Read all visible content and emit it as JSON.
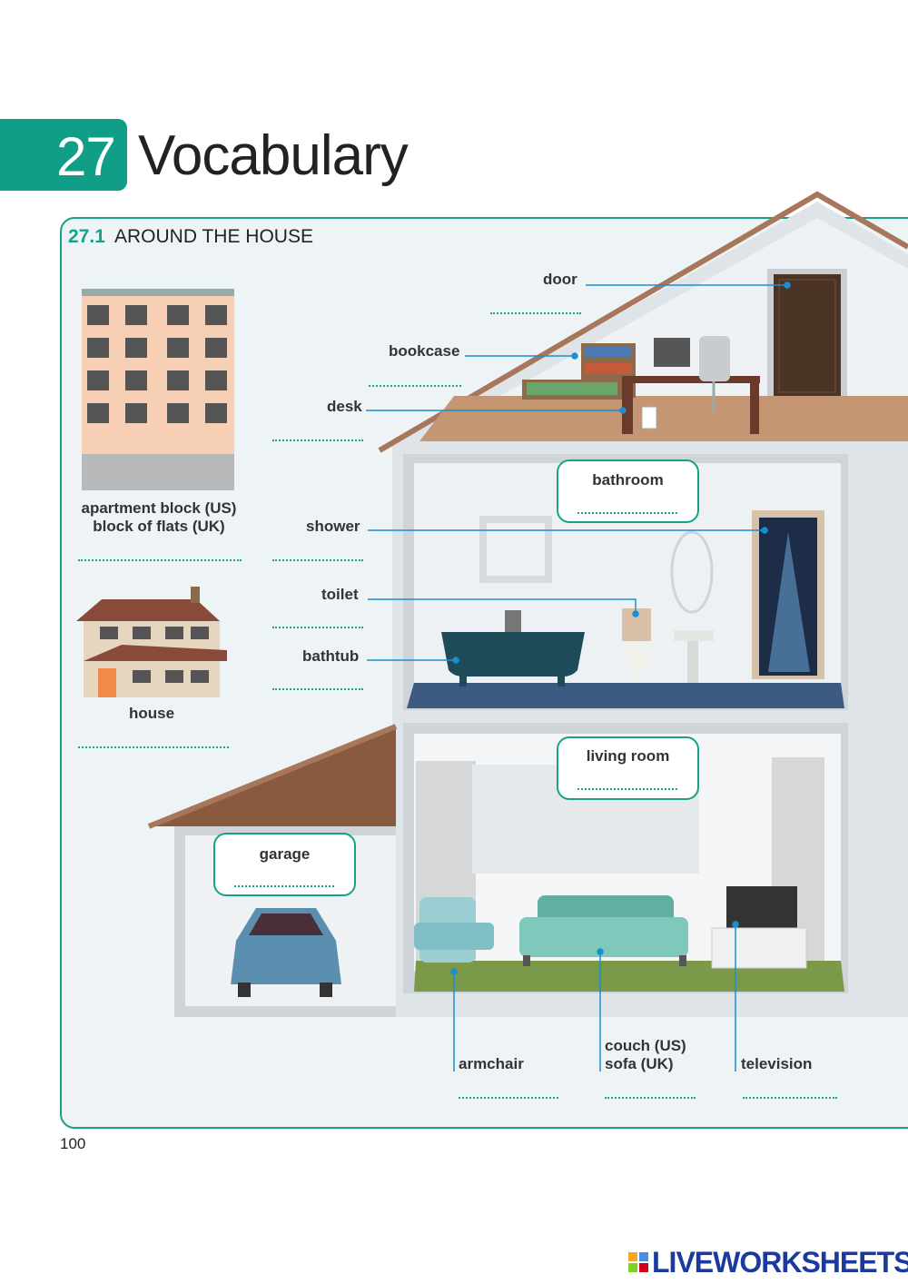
{
  "chapter": {
    "number": "27",
    "title": "Vocabulary"
  },
  "section": {
    "number": "27.1",
    "title": "AROUND THE HOUSE"
  },
  "labels": {
    "door": "door",
    "bookcase": "bookcase",
    "desk": "desk",
    "apartment_line1": "apartment block (US)",
    "apartment_line2": "block of flats (UK)",
    "shower": "shower",
    "toilet": "toilet",
    "bathtub": "bathtub",
    "house": "house",
    "bathroom": "bathroom",
    "living_room": "living room",
    "garage": "garage",
    "armchair": "armchair",
    "couch_line1": "couch (US)",
    "couch_line2": "sofa (UK)",
    "television": "television"
  },
  "page_number": "100",
  "footer": {
    "brand": "LIVEWORKSHEETS"
  },
  "colors": {
    "accent": "#17a288",
    "roof": "#a8765a",
    "bath_floor": "#3d5a80",
    "grass": "#7a9a4a"
  }
}
